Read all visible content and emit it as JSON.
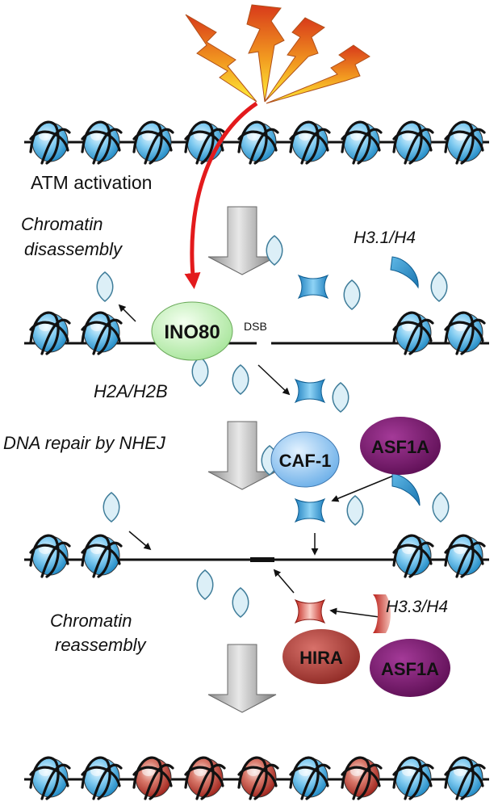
{
  "labels": {
    "atm": "ATM activation",
    "disassembly_1": "Chromatin",
    "disassembly_2": "disassembly",
    "h31h4": "H3.1/H4",
    "dsb": "DSB",
    "h2ah2b": "H2A/H2B",
    "nhej": "DNA repair by NHEJ",
    "h33h4": "H3.3/H4",
    "reassembly_1": "Chromatin",
    "reassembly_2": "reassembly"
  },
  "proteins": {
    "ino80": "INO80",
    "caf1": "CAF-1",
    "asf1a_top": "ASF1A",
    "hira": "HIRA",
    "asf1a_bottom": "ASF1A"
  },
  "colors": {
    "atm_red": "#e31a1c",
    "ino80_green": "#c9f2bd",
    "caf1_blue": "#8ec2ef",
    "asf1a_purple": "#7a1a6f",
    "hira_red": "#b8463f",
    "histone_blue": "#2e9ad4",
    "h2a_pale": "#d7eef7",
    "h33_red": "#c0302a"
  },
  "icons": [
    "dna-damage-lightning-icon",
    "nucleosome-icon",
    "process-arrow-icon"
  ]
}
